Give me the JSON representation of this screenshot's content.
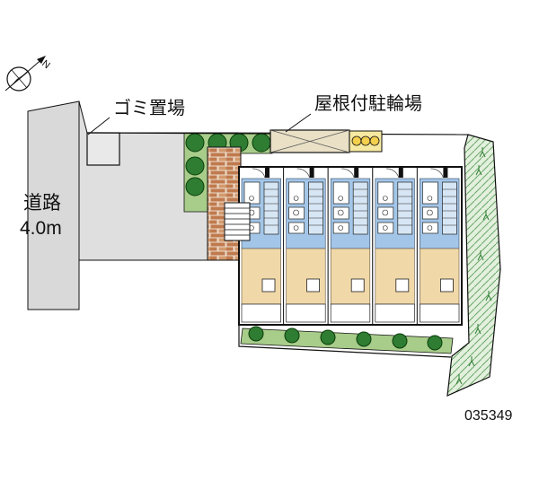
{
  "labels": {
    "garbage": "ゴミ置場",
    "bicycle_parking": "屋根付駐輪場",
    "road_name": "道路",
    "road_width": "4.0m",
    "north": "N",
    "plan_number": "035349"
  },
  "building": {
    "unit_count": 5
  },
  "colors": {
    "road_gray": "#d9d9d9",
    "site_gray": "#dfdfdf",
    "unit_blue": "#a3c6e8",
    "stair_blue": "#d7e6f4",
    "room_tan": "#f0d8a8",
    "brick": "#c07a4e",
    "brick_light": "#d29a6e",
    "mortar": "#ecdccc",
    "hedge_green": "#2e7d32",
    "lawn_green": "#a8cd8a",
    "meadow_green": "#e3f0dd",
    "hatch_green": "#6aa86a",
    "parking_tan": "#e9e0c6",
    "bin_yellow": "#f6e9a0",
    "bin_circle": "#f3cf4e"
  }
}
